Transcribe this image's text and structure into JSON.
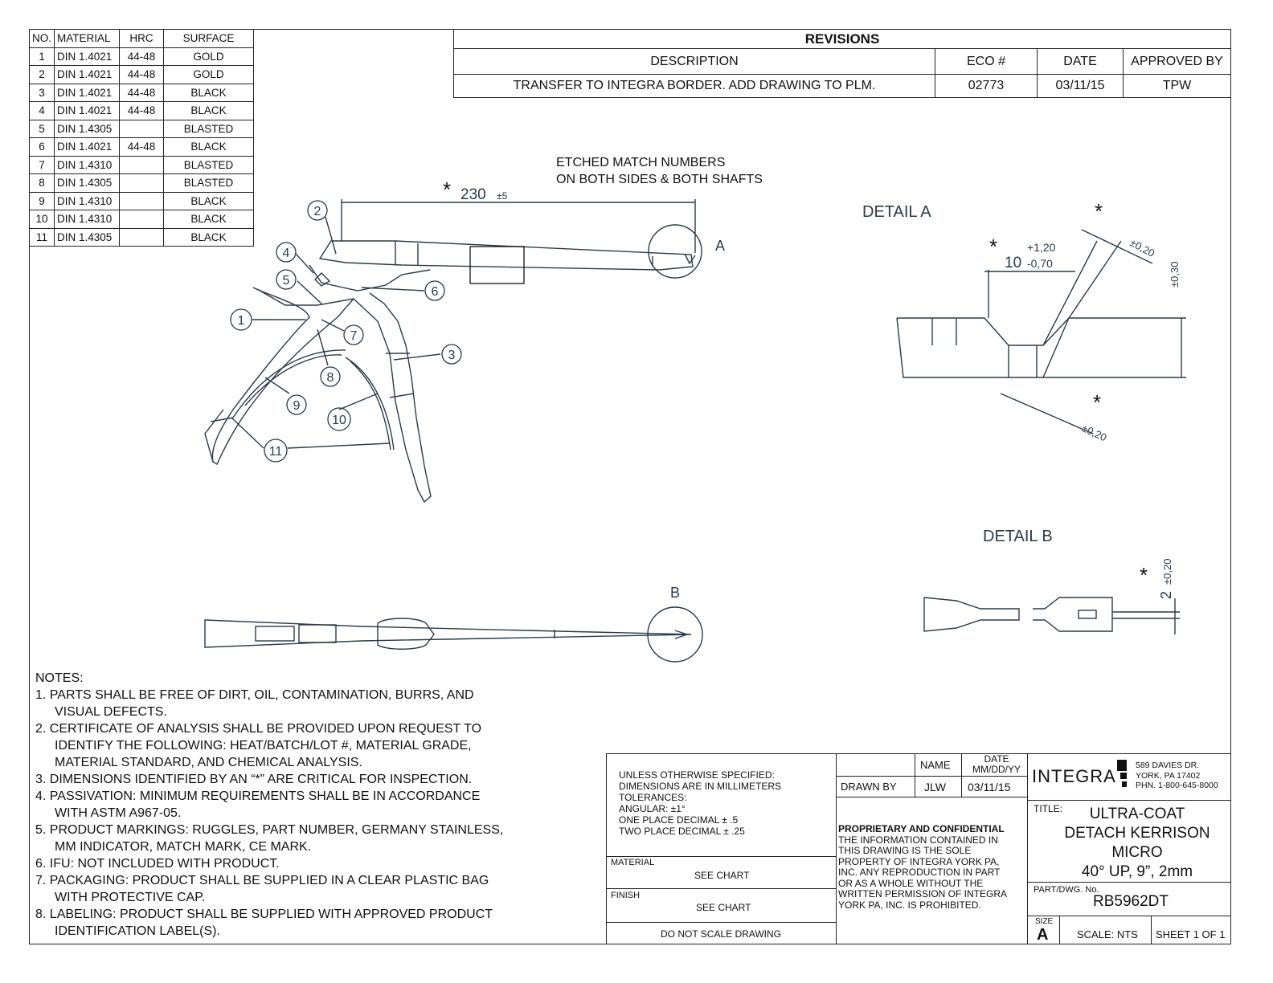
{
  "material_chart": {
    "headers": [
      "NO.",
      "MATERIAL",
      "HRC",
      "SURFACE"
    ],
    "rows": [
      [
        "1",
        "DIN 1.4021",
        "44-48",
        "GOLD"
      ],
      [
        "2",
        "DIN 1.4021",
        "44-48",
        "GOLD"
      ],
      [
        "3",
        "DIN 1.4021",
        "44-48",
        "BLACK"
      ],
      [
        "4",
        "DIN 1.4021",
        "44-48",
        "BLACK"
      ],
      [
        "5",
        "DIN 1.4305",
        "",
        "BLASTED"
      ],
      [
        "6",
        "DIN 1.4021",
        "44-48",
        "BLACK"
      ],
      [
        "7",
        "DIN 1.4310",
        "",
        "BLASTED"
      ],
      [
        "8",
        "DIN 1.4305",
        "",
        "BLASTED"
      ],
      [
        "9",
        "DIN 1.4310",
        "",
        "BLACK"
      ],
      [
        "10",
        "DIN 1.4310",
        "",
        "BLACK"
      ],
      [
        "11",
        "DIN 1.4305",
        "",
        "BLACK"
      ]
    ]
  },
  "revisions": {
    "title": "REVISIONS",
    "headers": [
      "DESCRIPTION",
      "ECO #",
      "DATE",
      "APPROVED BY"
    ],
    "row": [
      "TRANSFER TO INTEGRA BORDER. ADD DRAWING TO PLM.",
      "02773",
      "03/11/15",
      "TPW"
    ]
  },
  "drawing": {
    "etch_note_line1": "ETCHED MATCH NUMBERS",
    "etch_note_line2": "ON BOTH SIDES & BOTH SHAFTS",
    "critical_mark": "*",
    "overall_length": "230",
    "overall_tol": "±5",
    "label_a": "A",
    "label_b": "B",
    "balloons": [
      "1",
      "2",
      "3",
      "4",
      "5",
      "6",
      "7",
      "8",
      "9",
      "10",
      "11"
    ],
    "detail_a": {
      "title": "DETAIL A",
      "dim": "10",
      "tol_plus": "+1,20",
      "tol_minus": "-0,70",
      "tol_1": "±0,20",
      "tol_2": "±0,30",
      "tol_3": "±0,20"
    },
    "detail_b": {
      "title": "DETAIL B",
      "dim": "2",
      "tol": "±0,20"
    }
  },
  "notes": {
    "heading": "NOTES:",
    "items": [
      "1.  PARTS SHALL BE FREE OF DIRT, OIL, CONTAMINATION, BURRS, AND\nVISUAL DEFECTS.",
      "2.  CERTIFICATE OF ANALYSIS SHALL BE PROVIDED UPON REQUEST TO\nIDENTIFY THE FOLLOWING: HEAT/BATCH/LOT #, MATERIAL GRADE,\nMATERIAL STANDARD, AND CHEMICAL ANALYSIS.",
      "3.  DIMENSIONS IDENTIFIED BY AN “*” ARE CRITICAL FOR INSPECTION.",
      "4.  PASSIVATION: MINIMUM REQUIREMENTS SHALL BE IN ACCORDANCE\nWITH ASTM A967-05.",
      "5.  PRODUCT MARKINGS: RUGGLES, PART NUMBER, GERMANY STAINLESS,\nMM INDICATOR, MATCH MARK, CE MARK.",
      "6.  IFU: NOT INCLUDED WITH PRODUCT.",
      "7.  PACKAGING: PRODUCT SHALL BE SUPPLIED IN A CLEAR PLASTIC BAG\nWITH PROTECTIVE CAP.",
      "8.  LABELING: PRODUCT SHALL BE SUPPLIED WITH APPROVED PRODUCT\nIDENTIFICATION LABEL(S)."
    ]
  },
  "title_block": {
    "spec_1": "UNLESS OTHERWISE SPECIFIED:",
    "spec_2": "DIMENSIONS ARE IN MILLIMETERS",
    "spec_3": "TOLERANCES:",
    "spec_4": "ANGULAR: ±1°",
    "spec_5": "ONE PLACE DECIMAL ± .5",
    "spec_6": "TWO PLACE DECIMAL ± .25",
    "material_label": "MATERIAL",
    "material_value": "SEE CHART",
    "finish_label": "FINISH",
    "finish_value": "SEE CHART",
    "do_not_scale": "DO NOT SCALE DRAWING",
    "name_header": "NAME",
    "date_header_1": "DATE",
    "date_header_2": "MM/DD/YY",
    "drawn_by_label": "DRAWN BY",
    "drawn_by_name": "JLW",
    "drawn_by_date": "03/11/15",
    "proprietary_heading": "PROPRIETARY AND CONFIDENTIAL",
    "proprietary_text_1": "THE INFORMATION CONTAINED IN",
    "proprietary_text_2": "THIS DRAWING IS THE SOLE",
    "proprietary_text_3": "PROPERTY OF INTEGRA YORK PA,",
    "proprietary_text_4": "INC.  ANY REPRODUCTION IN PART",
    "proprietary_text_5": "OR AS A WHOLE WITHOUT THE",
    "proprietary_text_6": "WRITTEN PERMISSION OF INTEGRA",
    "proprietary_text_7": "YORK PA, INC. IS PROHIBITED.",
    "company": "INTEGRA",
    "address_1": "589 DAVIES DR.",
    "address_2": "YORK, PA 17402",
    "address_3": "PHN. 1-800-645-8000",
    "title_label": "TITLE:",
    "title_1": "ULTRA-COAT",
    "title_2": "DETACH KERRISON",
    "title_3": "MICRO",
    "title_4": "40° UP, 9”, 2mm",
    "part_label": "PART/DWG. No.",
    "part_no": "RB5962DT",
    "size_label": "SIZE",
    "size_value": "A",
    "scale": "SCALE: NTS",
    "sheet": "SHEET 1 OF 1"
  }
}
